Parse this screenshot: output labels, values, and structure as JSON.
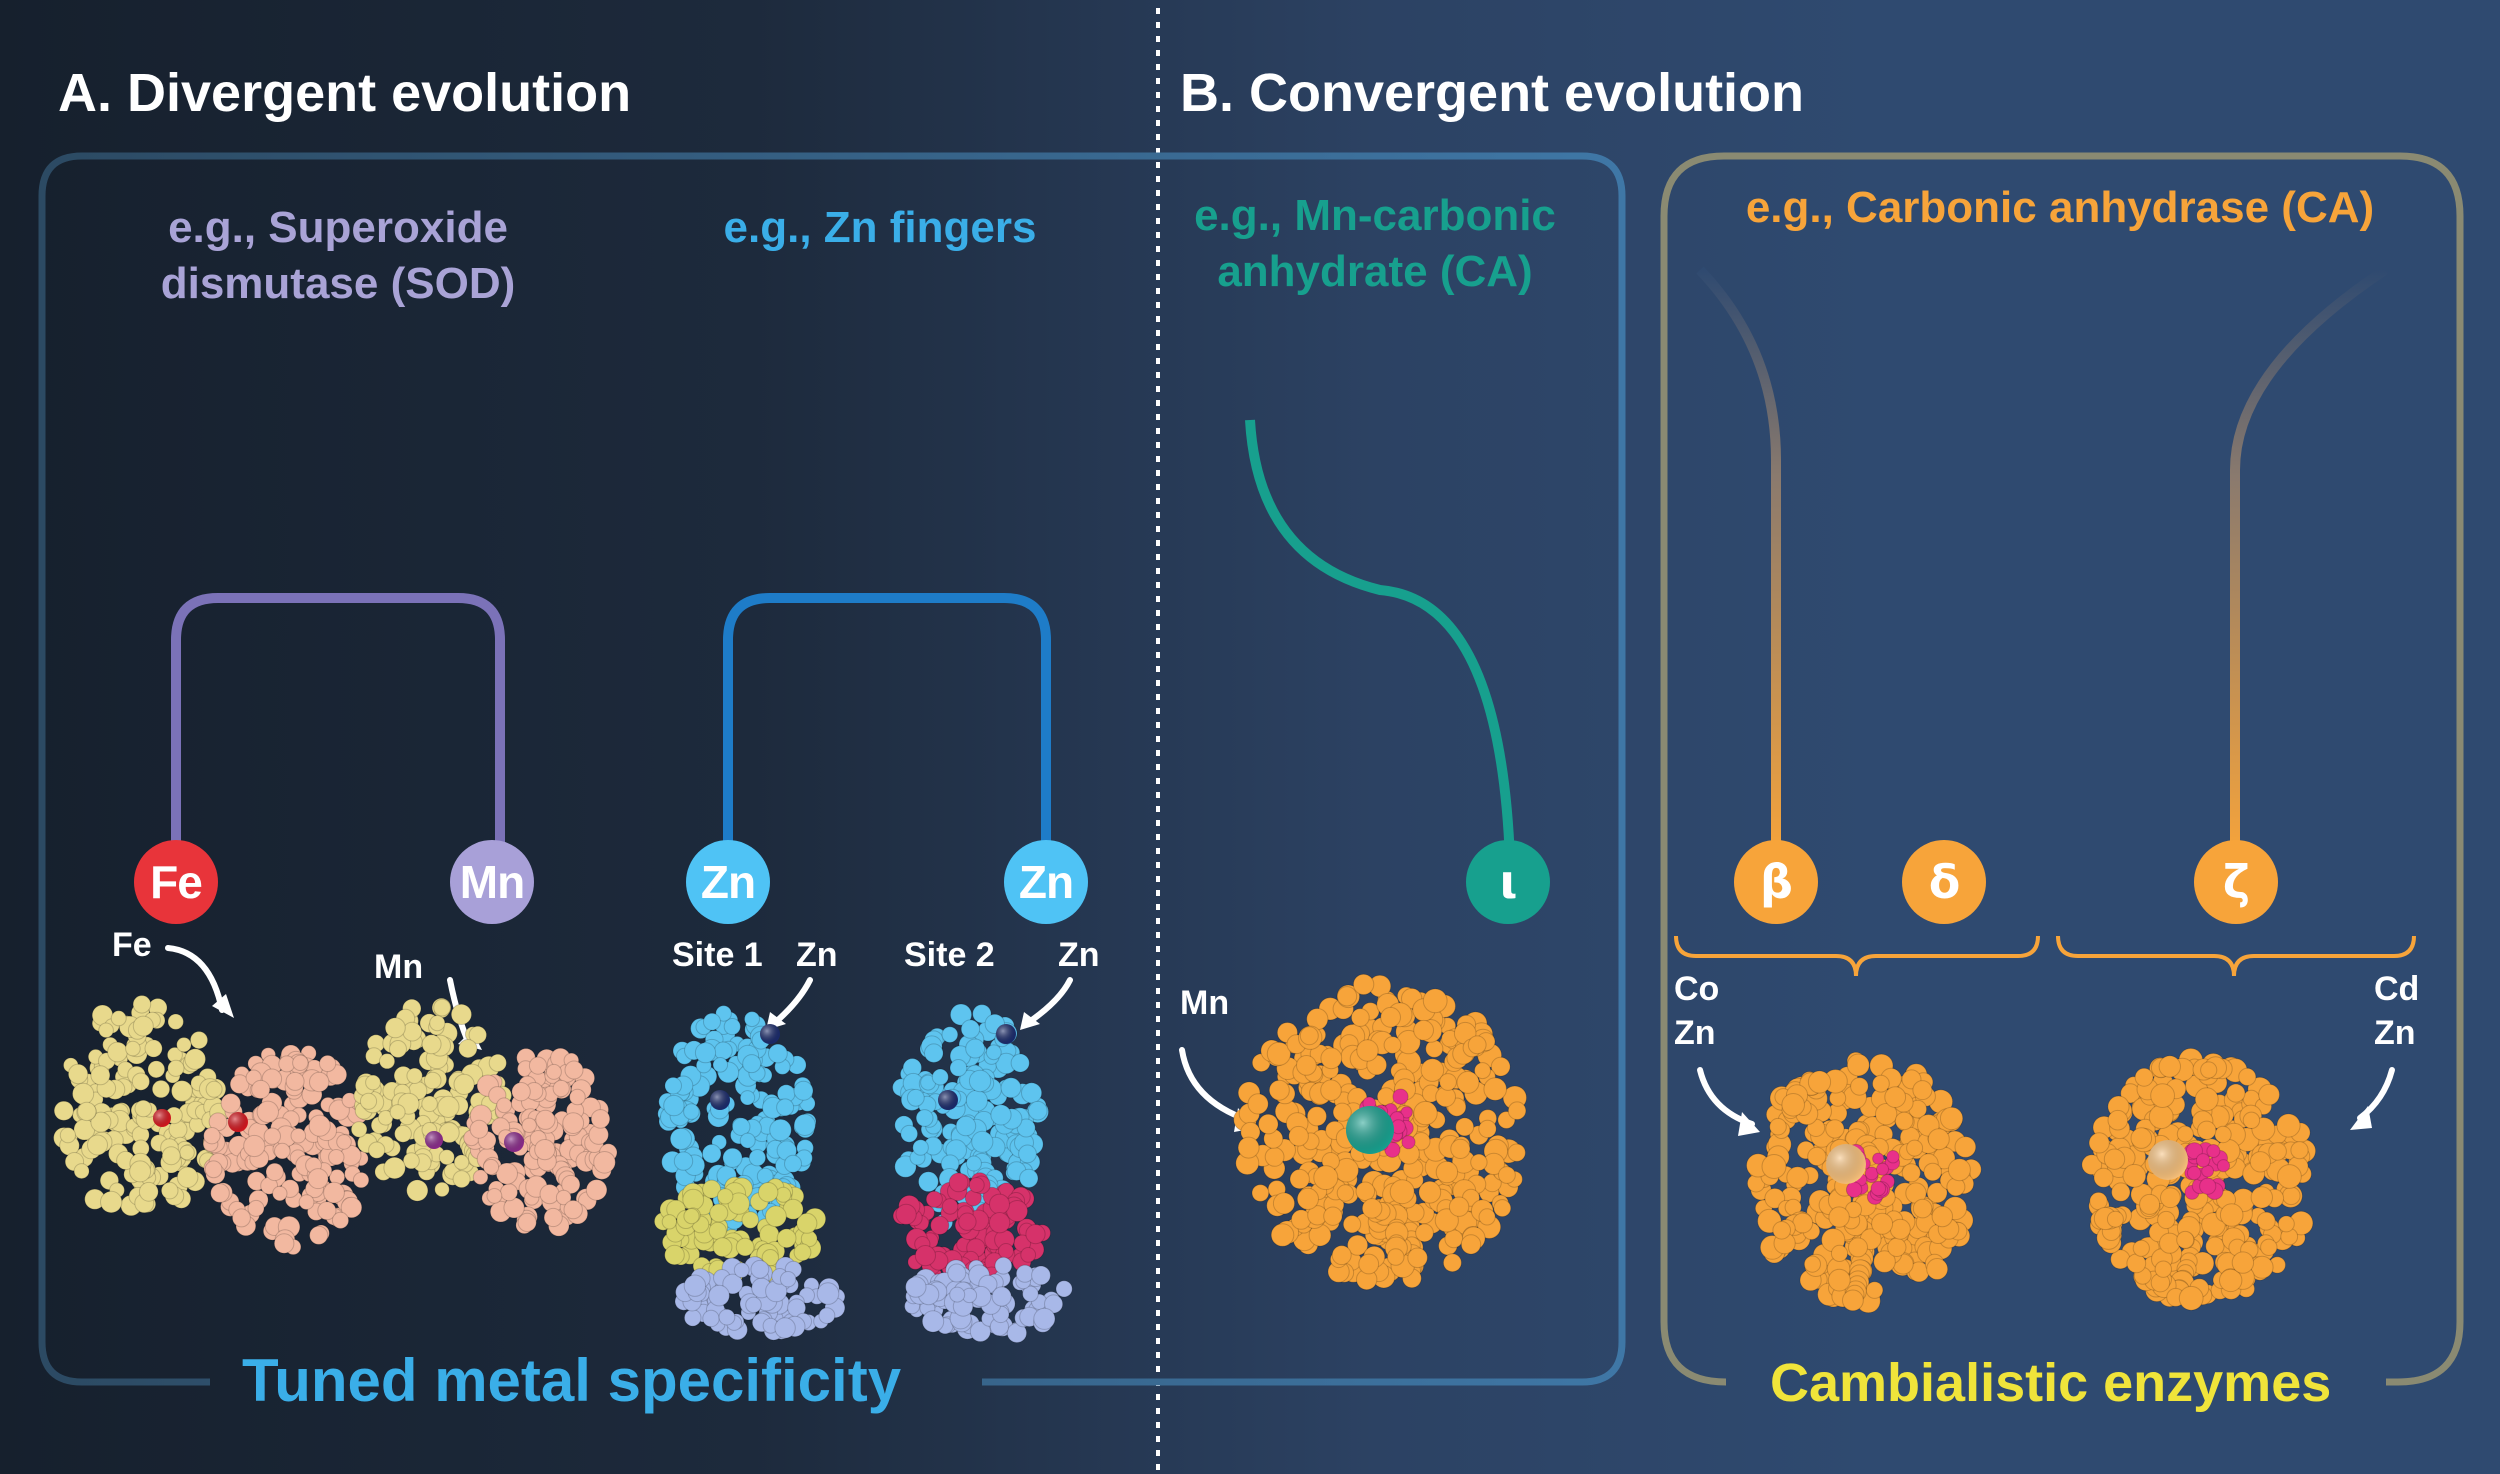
{
  "headings": {
    "a": "A. Divergent evolution",
    "b": "B. Convergent evolution"
  },
  "examples": {
    "sod": "e.g., Superoxide\ndismutase (SOD)",
    "zn": "e.g., Zn fingers",
    "mn_ca": "e.g., Mn-carbonic\nanhydrate (CA)",
    "ca": "e.g., Carbonic anhydrase (CA)"
  },
  "nodes": {
    "fe": "Fe",
    "mn": "Mn",
    "zn1": "Zn",
    "zn2": "Zn",
    "iota": "ι",
    "beta": "β",
    "delta": "δ",
    "zeta": "ζ"
  },
  "structure_labels": {
    "fe_label": "Fe",
    "mn_label": "Mn",
    "site1": "Site 1",
    "site1_zn": "Zn",
    "site2": "Site 2",
    "site2_zn": "Zn",
    "mn_ca_label": "Mn",
    "co": "Co",
    "co_zn": "Zn",
    "cd": "Cd",
    "cd_zn": "Zn"
  },
  "footers": {
    "tuned": "Tuned metal specificity",
    "cambialistic": "Cambialistic enzymes"
  },
  "colors": {
    "sod_purple": "#7b72b8",
    "sod_label": "#a9a3d6",
    "zn_blue": "#1e7cc8",
    "zn_label": "#3aaee8",
    "fe_red": "#e8343a",
    "teal": "#17a08e",
    "orange": "#f7a43a",
    "yellow": "#f0e43a",
    "frame_blue": "#3f6f97",
    "frame_olive": "#8a8a72"
  }
}
